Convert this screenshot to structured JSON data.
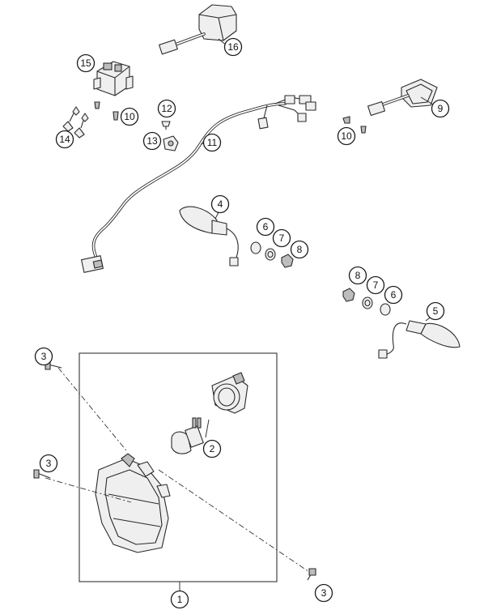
{
  "diagram": {
    "callouts": {
      "c1": "1",
      "c2": "2",
      "c3a": "3",
      "c3b": "3",
      "c3c": "3",
      "c4": "4",
      "c5": "5",
      "c6a": "6",
      "c6b": "6",
      "c7a": "7",
      "c7b": "7",
      "c8a": "8",
      "c8b": "8",
      "c9": "9",
      "c10a": "10",
      "c10b": "10",
      "c11": "11",
      "c12": "12",
      "c13": "13",
      "c14": "14",
      "c15": "15",
      "c16": "16"
    }
  }
}
